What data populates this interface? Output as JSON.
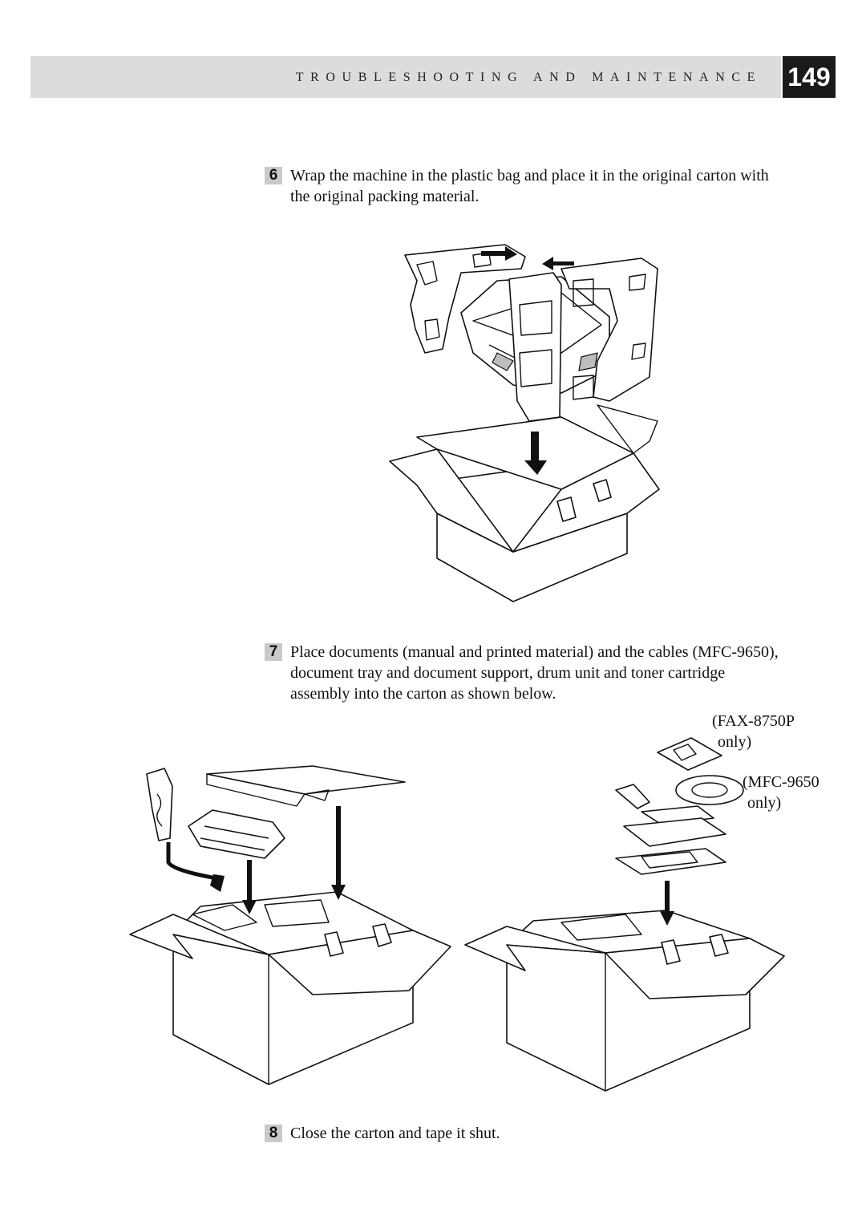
{
  "header": {
    "section_title": "TROUBLESHOOTING AND MAINTENANCE",
    "page_number": "149"
  },
  "steps": [
    {
      "number": "6",
      "text": "Wrap the machine in the plastic bag and place it in the original carton with the original packing material."
    },
    {
      "number": "7",
      "text": "Place documents (manual and printed material) and the cables (MFC-9650), document tray and document support, drum unit and toner cartridge assembly into the carton as shown below."
    },
    {
      "number": "8",
      "text": "Close the carton and tape it shut."
    }
  ],
  "figure_labels": {
    "fax_line1": "(FAX-8750P",
    "fax_line2": "only)",
    "mfc_line1": "(MFC-9650",
    "mfc_line2": "only)"
  }
}
